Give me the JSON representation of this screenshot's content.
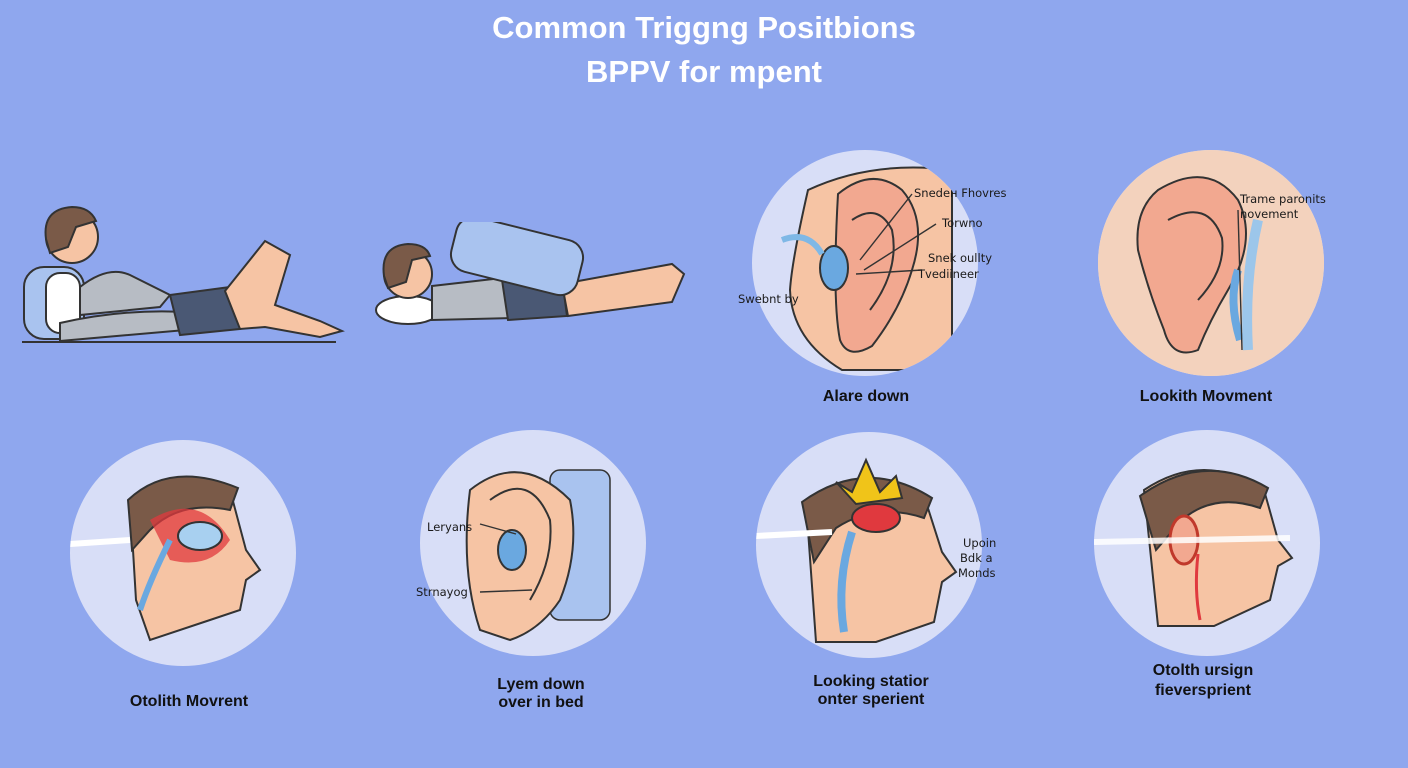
{
  "title": {
    "line1": "Common Triggng Positbions",
    "line2": "BPPV for mpent"
  },
  "panels": [
    {
      "caption": "Alare down",
      "labels": [
        "Snedeн Fhovres",
        "Torwno",
        "Snek oullty",
        "Tvediineer",
        "Swebnt by"
      ]
    },
    {
      "caption": "Lookith Movment",
      "labels": [
        "Trame paronits",
        "novement"
      ]
    },
    {
      "caption": "Otolith Movrent"
    },
    {
      "caption_line1": "Lyem down",
      "caption_line2": "over in bed",
      "labels": [
        "Leryans",
        "Strnayog"
      ]
    },
    {
      "caption_line1": "Looking statior",
      "caption_line2": "onter sperient",
      "labels": [
        "Upoin",
        "Bdk a",
        "Monds"
      ]
    },
    {
      "caption_line1": "Otolth ursign",
      "caption_line2": "fieversprient"
    }
  ],
  "colors": {
    "background": "#8fa7ee",
    "circle": "#d8def7",
    "skin": "#f6c4a4",
    "hair": "#7a5a48",
    "shirt": "#b7bcc4",
    "shorts": "#4a5874",
    "ear_canal": "#6aa8e0",
    "inflammation": "#e0393e",
    "crown": "#f0c419"
  }
}
